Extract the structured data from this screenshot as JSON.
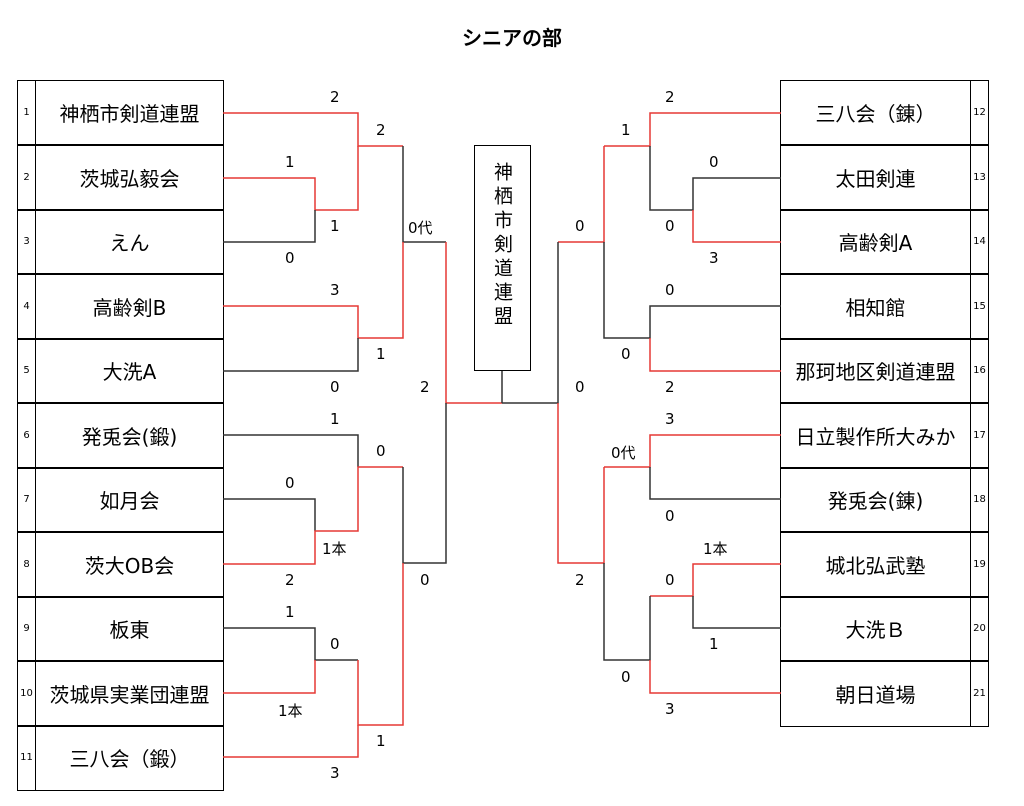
{
  "title": "シニアの部",
  "champion": "神栖市剣道連盟",
  "left_teams": [
    {
      "num": "1",
      "name": "神栖市剣道連盟"
    },
    {
      "num": "2",
      "name": "茨城弘毅会"
    },
    {
      "num": "3",
      "name": "えん"
    },
    {
      "num": "4",
      "name": "高齢剣B"
    },
    {
      "num": "5",
      "name": "大洗A"
    },
    {
      "num": "6",
      "name": "発兎会(鍛)"
    },
    {
      "num": "7",
      "name": "如月会"
    },
    {
      "num": "8",
      "name": "茨大OB会"
    },
    {
      "num": "9",
      "name": "板東"
    },
    {
      "num": "10",
      "name": "茨城県実業団連盟"
    },
    {
      "num": "11",
      "name": "三八会（鍛）"
    }
  ],
  "right_teams": [
    {
      "num": "12",
      "name": "三八会（錬）"
    },
    {
      "num": "13",
      "name": "太田剣連"
    },
    {
      "num": "14",
      "name": "高齢剣A"
    },
    {
      "num": "15",
      "name": "相知館"
    },
    {
      "num": "16",
      "name": "那珂地区剣道連盟"
    },
    {
      "num": "17",
      "name": "日立製作所大みか"
    },
    {
      "num": "18",
      "name": "発兎会(錬)"
    },
    {
      "num": "19",
      "name": "城北弘武塾"
    },
    {
      "num": "20",
      "name": "大洗Ｂ"
    },
    {
      "num": "21",
      "name": "朝日道場"
    }
  ],
  "scores": {
    "l1a": "2",
    "l1b": "2",
    "l2": "1",
    "l2b": "1",
    "l3": "0",
    "lq1": "0代",
    "l4": "3",
    "l5a": "1",
    "l5b": "0",
    "lsf": "2",
    "l6": "1",
    "l7": "0",
    "l8a": "2",
    "l8b": "1本",
    "l78": "0",
    "l9": "1",
    "l910a": "0",
    "l10": "1本",
    "l11a": "1",
    "l11b": "3",
    "lq2": "0",
    "r12a": "2",
    "r12b": "1",
    "r13": "0",
    "r14a": "0",
    "r14b": "3",
    "rq1": "0",
    "r15": "0",
    "r16a": "0",
    "r16b": "2",
    "rsf": "0",
    "r17": "3",
    "r1718": "0代",
    "r18": "0",
    "r19": "1本",
    "r19b": "0",
    "r20": "1",
    "rq2": "2",
    "r21a": "0",
    "r21b": "3"
  }
}
